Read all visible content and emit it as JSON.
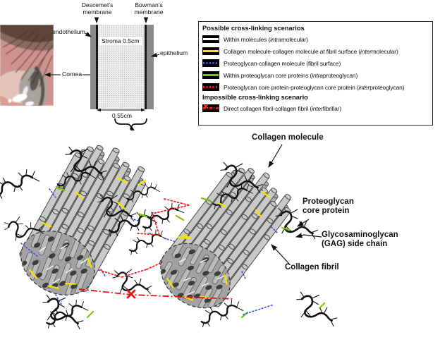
{
  "eye": {
    "endothelium_label": "endothelium",
    "cornea_label": "Cornea"
  },
  "cornea_diagram": {
    "descemet_line1": "Descemet's",
    "descemet_line2": "membrane",
    "bowman_line1": "Bowman's",
    "bowman_line2": "membrane",
    "stroma_label": "Stroma 0.5cm",
    "epithelium_label": "epithelium",
    "width_label": "0.55cm"
  },
  "legend": {
    "possible_title": "Possible cross-linking scenarios",
    "impossible_title": "Impossible cross-linking scenario",
    "items": [
      {
        "pre": "Within molecules (",
        "italic": "intra",
        "post": "molecular)"
      },
      {
        "pre": "Collagen molecule-collagen molecule at fibril surface (",
        "italic": "inter",
        "post": "molecular)"
      },
      {
        "pre": "Proteoglycan-collagen molecule (fibril surface)",
        "italic": "",
        "post": ""
      },
      {
        "pre": "Within proteoglycan core proteins (",
        "italic": "intra",
        "post": "proteoglycan)"
      },
      {
        "pre": "Proteoglycan core protein-proteoglycan core protein (",
        "italic": "inter",
        "post": "proteoglycan)"
      },
      {
        "pre": "Direct collagen fibril-collagen fibril (",
        "italic": "inter",
        "post": "fibrillar)",
        "x_icon": "✖"
      }
    ]
  },
  "fibril_diagram": {
    "collagen_molecule_label": "Collagen molecule",
    "proteoglycan_line1": "Proteoglycan",
    "proteoglycan_line2": "core protein",
    "gag_line1": "Glycosaminoglycan",
    "gag_line2": "(GAG) side chain",
    "collagen_fibril_label": "Collagen fibril"
  },
  "colors": {
    "intramolecular_black": "#000000",
    "intermolecular_yellow": "#f2e300",
    "proteoglycan_collagen_blue": "#3a55e8",
    "intraproteoglycan_green": "#7ac800",
    "interproteoglycan_red": "#f21d1d",
    "interfibrillar_red": "#e81414",
    "collagen_rod_gray": "#c9c9c9",
    "fibril_face_gray": "#a2a2a2"
  }
}
